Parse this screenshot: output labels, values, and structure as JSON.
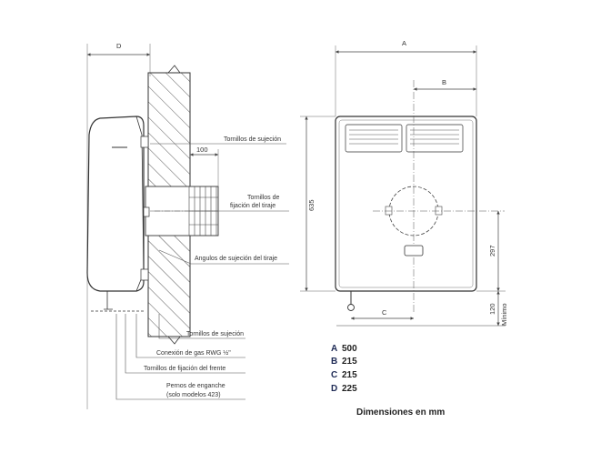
{
  "side_view": {
    "dim_D": "D",
    "dim_100": "100",
    "labels": {
      "tornillos_sujecion_top": "Tornillos de sujeción",
      "tornillos_fijacion_tiraje_1": "Tornillos de",
      "tornillos_fijacion_tiraje_2": "fijación del tiraje",
      "angulos_sujecion": "Angulos de sujeción del tiraje",
      "tornillos_sujecion_bottom": "Tornillos de sujeción",
      "conexion_gas": "Conexión de gas RWG ½\"",
      "tornillos_fijacion_frente": "Tornillos de fijación del frente",
      "pernos_1": "Pernos de enganche",
      "pernos_2": "(solo modelos 423)"
    }
  },
  "front_view": {
    "dim_A": "A",
    "dim_B": "B",
    "dim_C": "C",
    "dim_635": "635",
    "dim_297": "297",
    "dim_120": "120",
    "minimo": "Mínimo"
  },
  "legend": [
    {
      "key": "A",
      "value": "500"
    },
    {
      "key": "B",
      "value": "215"
    },
    {
      "key": "C",
      "value": "215"
    },
    {
      "key": "D",
      "value": "225"
    }
  ],
  "footer": "Dimensiones en mm"
}
